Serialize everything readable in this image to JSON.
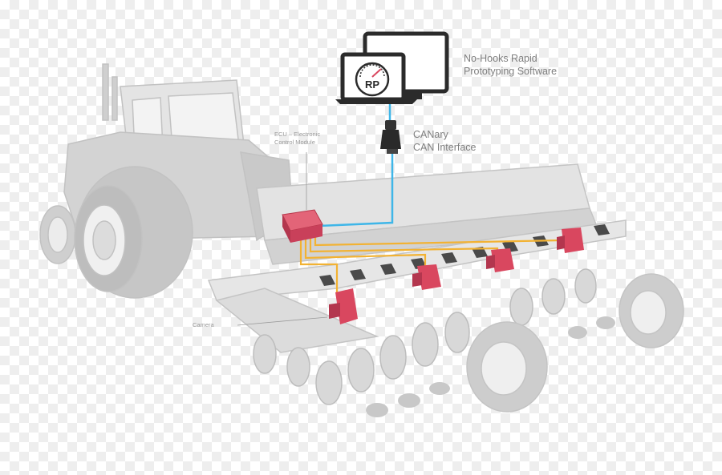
{
  "labels": {
    "software_line1": "No-Hooks Rapid",
    "software_line2": "Prototyping Software",
    "interface_line1": "CANary",
    "interface_line2": "CAN Interface",
    "ecu_line1": "ECU – Electronic",
    "ecu_line2": "Control Module",
    "camera": "Camera",
    "laptop_badge": "RP"
  },
  "colors": {
    "machine_fill": "#d9d9d9",
    "machine_stroke": "#bdbdbd",
    "can_cable": "#3fb6e8",
    "camera_cable": "#f2b233",
    "device_red": "#d9475f",
    "device_dark": "#2a2a2a"
  },
  "icons": [
    "desktop-monitor-icon",
    "laptop-icon",
    "speedometer-icon",
    "can-dongle-icon",
    "ecu-module-icon",
    "camera-icon"
  ]
}
